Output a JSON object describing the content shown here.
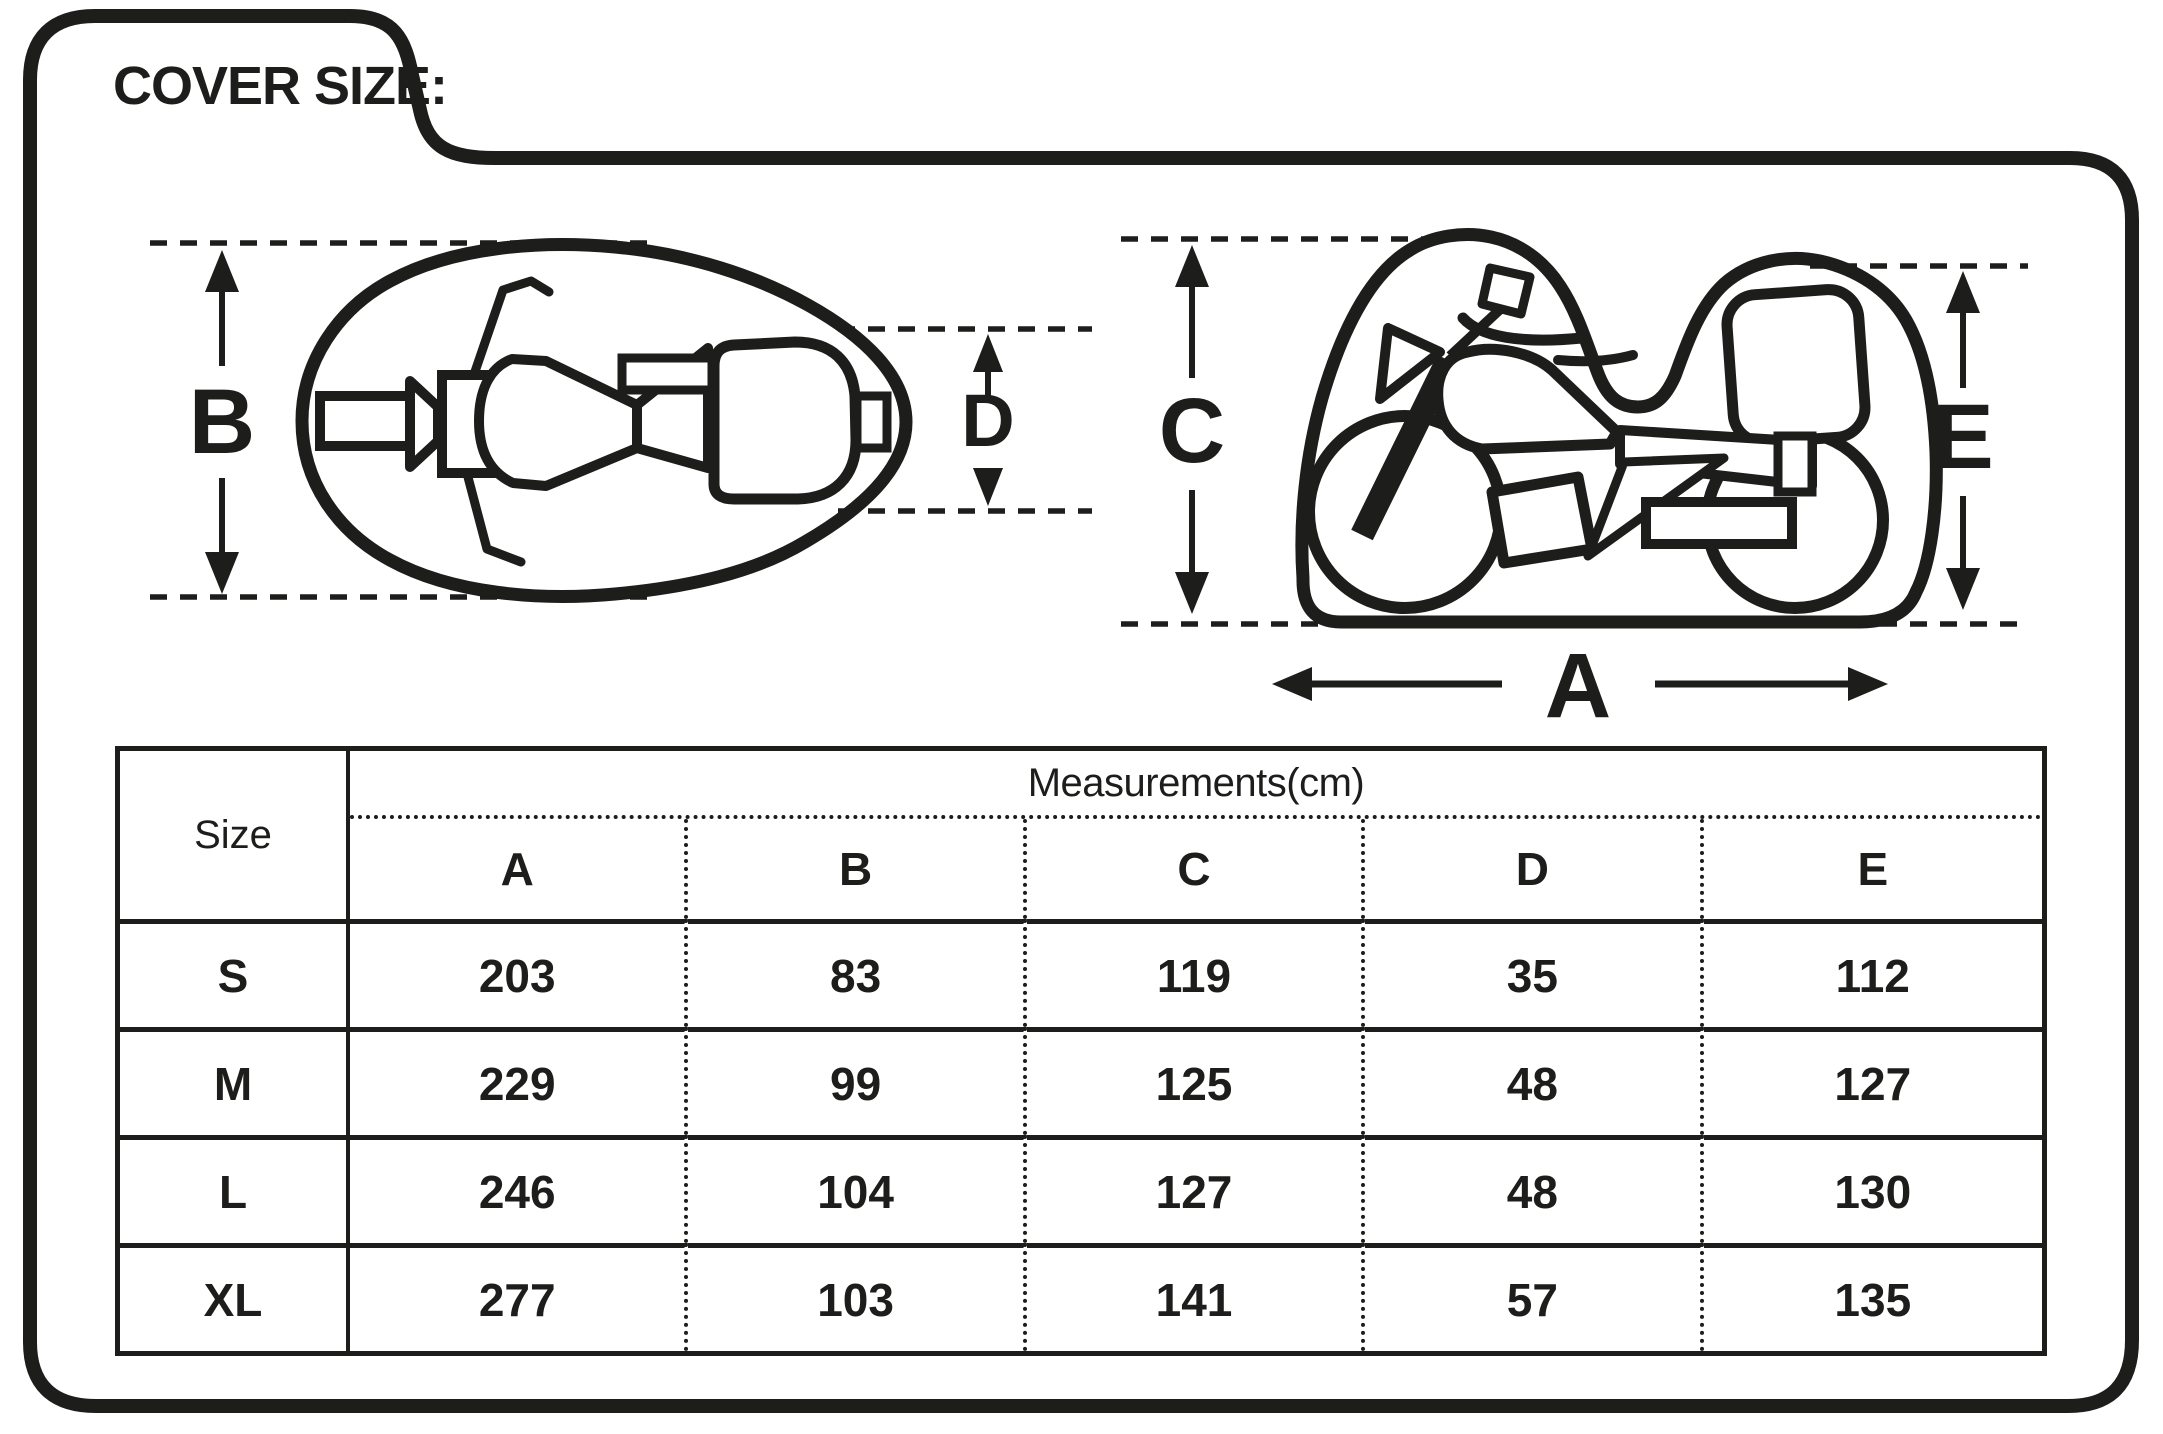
{
  "title": "COVER SIZE:",
  "dimensions": {
    "a": "A",
    "b": "B",
    "c": "C",
    "d": "D",
    "e": "E"
  },
  "table": {
    "size_header": "Size",
    "measurements_header": "Measurements(cm)",
    "columns": [
      "A",
      "B",
      "C",
      "D",
      "E"
    ],
    "rows": [
      {
        "size": "S",
        "values": [
          "203",
          "83",
          "119",
          "35",
          "112"
        ]
      },
      {
        "size": "M",
        "values": [
          "229",
          "99",
          "125",
          "48",
          "127"
        ]
      },
      {
        "size": "L",
        "values": [
          "246",
          "104",
          "127",
          "48",
          "130"
        ]
      },
      {
        "size": "XL",
        "values": [
          "277",
          "103",
          "141",
          "57",
          "135"
        ]
      }
    ]
  },
  "colors": {
    "ink": "#1d1d1b",
    "paper": "#ffffff"
  }
}
